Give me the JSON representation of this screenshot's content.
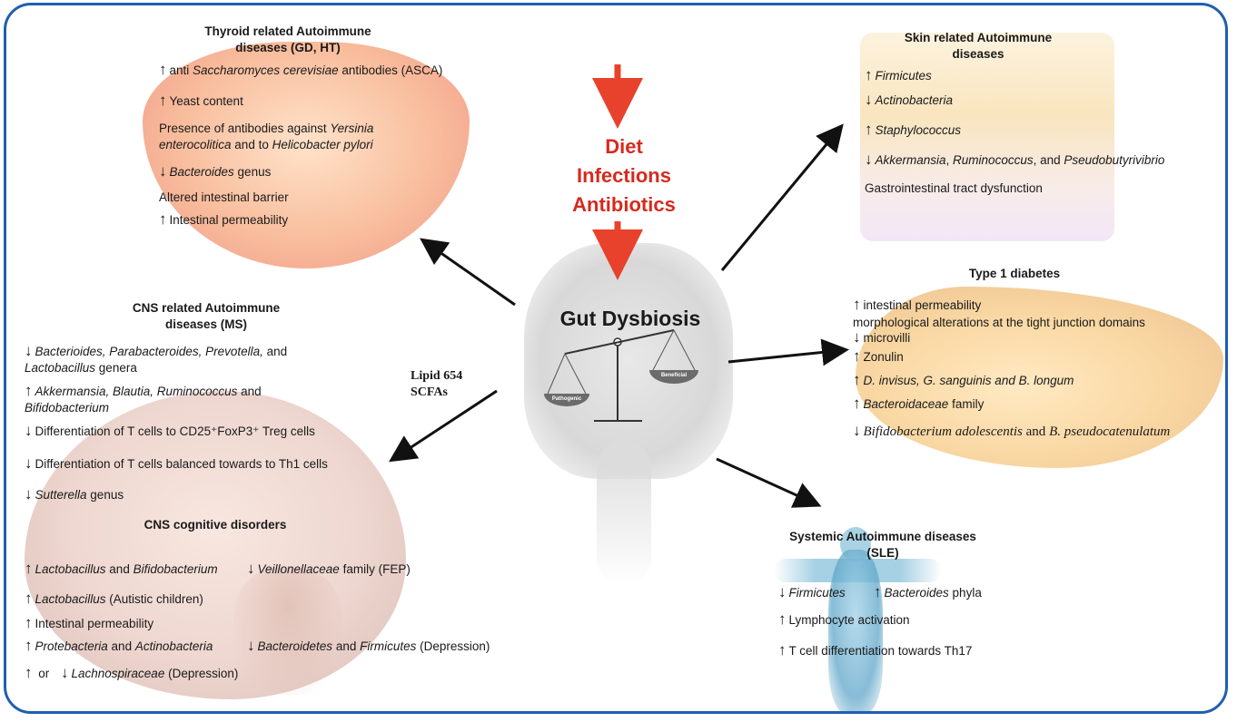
{
  "center": {
    "causes": [
      "Diet",
      "Infections",
      "Antibiotics"
    ],
    "title": "Gut Dysbiosis",
    "scale_left": "Pathogenic",
    "scale_right": "Beneficial",
    "metabolites": [
      "Lipid 654",
      "SCFAs"
    ]
  },
  "thyroid": {
    "title": [
      "Thyroid related Autoimmune",
      "diseases (GD, HT)"
    ],
    "lines": [
      {
        "arrow": "↑",
        "parts": [
          "anti ",
          "Saccharomyces cerevisiae",
          " antibodies (ASCA)"
        ]
      },
      {
        "arrow": "↑",
        "parts": [
          "Yeast content"
        ]
      },
      {
        "arrow": "",
        "parts": [
          "Presence of antibodies against ",
          "Yersinia"
        ]
      },
      {
        "arrow": "",
        "parts": [
          "enterocolitica",
          " and to ",
          "Helicobacter pylori"
        ]
      },
      {
        "arrow": "↓",
        "parts": [
          "Bacteroides",
          " genus"
        ]
      },
      {
        "arrow": "",
        "parts": [
          "Altered  intestinal barrier"
        ]
      },
      {
        "arrow": "↑",
        "parts": [
          "Intestinal permeability"
        ]
      }
    ]
  },
  "cns": {
    "title": [
      "CNS related Autoimmune",
      "diseases (MS)"
    ],
    "lines": [
      {
        "arrow": "↓",
        "parts": [
          "Bacterioides, Parabacteroides, Prevotella,",
          " and"
        ]
      },
      {
        "arrow": "",
        "parts": [
          "Lactobacillus",
          " genera"
        ]
      },
      {
        "arrow": "↑",
        "parts": [
          "Akkermansia, Blautia, Ruminococcus",
          " and"
        ]
      },
      {
        "arrow": "",
        "parts": [
          "Bifidobacterium"
        ]
      },
      {
        "arrow": "↓",
        "parts": [
          "Differentiation of T cells to CD25⁺FoxP3⁺ Treg cells"
        ]
      },
      {
        "arrow": "↓",
        "parts": [
          "Differentiation of T cells balanced towards to Th1 cells"
        ]
      },
      {
        "arrow": "↓",
        "parts": [
          "Sutterella",
          " genus"
        ]
      }
    ],
    "cognitive_title": "CNS cognitive disorders",
    "cognitive_lines": [
      {
        "arrow": "↑",
        "parts": [
          "Lactobacillus",
          " and ",
          "Bifidobacterium"
        ],
        "arrow2": "↓",
        "parts2": [
          "Veillonellaceae",
          " family (FEP)"
        ]
      },
      {
        "arrow": "↑",
        "parts": [
          "Lactobacillus",
          " (Autistic children)"
        ]
      },
      {
        "arrow": "↑",
        "parts": [
          "Intestinal permeability"
        ]
      },
      {
        "arrow": "↑",
        "parts": [
          "Protebacteria",
          " and ",
          "Actinobacteria"
        ],
        "arrow2": "↓",
        "parts2": [
          "Bacteroidetes",
          " and ",
          "Firmicutes",
          " (Depression)"
        ]
      },
      {
        "arrow": "↑",
        "parts": [
          " or "
        ],
        "arrow2": "↓",
        "parts2": [
          "Lachnospiraceae",
          " (Depression)"
        ]
      }
    ]
  },
  "skin": {
    "title": [
      "Skin related Autoimmune",
      "diseases"
    ],
    "lines": [
      {
        "arrow": "↑",
        "parts": [
          "Firmicutes"
        ]
      },
      {
        "arrow": "↓",
        "parts": [
          "Actinobacteria"
        ]
      },
      {
        "arrow": "↑",
        "parts": [
          "Staphylococcus"
        ]
      },
      {
        "arrow": "↓",
        "parts": [
          "Akkermansia",
          ", ",
          "Ruminococcus",
          ", and ",
          "Pseudobutyrivibrio"
        ]
      },
      {
        "arrow": "",
        "parts": [
          "Gastrointestinal tract dysfunction"
        ]
      }
    ]
  },
  "t1d": {
    "title": "Type 1 diabetes",
    "lines": [
      {
        "arrow": "↑",
        "parts": [
          "intestinal permeability"
        ]
      },
      {
        "arrow": "",
        "parts": [
          "morphological alterations at the tight junction domains"
        ]
      },
      {
        "arrow": "↓",
        "parts": [
          "microvilli"
        ]
      },
      {
        "arrow": "↑",
        "parts": [
          "Zonulin"
        ]
      },
      {
        "arrow": "↑",
        "parts": [
          "D. invisus, G. sanguinis and B. longum"
        ]
      },
      {
        "arrow": "↑",
        "parts": [
          "Bacteroidaceae",
          " family"
        ]
      },
      {
        "arrow": "↓",
        "parts": [
          "Bifidobacterium adolescentis",
          " and ",
          "B. pseudocatenulatum"
        ]
      }
    ]
  },
  "sle": {
    "title": [
      "Systemic Autoimmune diseases",
      "(SLE)"
    ],
    "lines": [
      {
        "arrow": "↓",
        "parts": [
          "Firmicutes"
        ],
        "arrow2": "↑",
        "parts2": [
          "Bacteroides",
          " phyla"
        ]
      },
      {
        "arrow": "↑",
        "parts": [
          "Lymphocyte activation"
        ]
      },
      {
        "arrow": "↑",
        "parts": [
          "T cell differentiation towards Th17"
        ]
      }
    ]
  },
  "colors": {
    "frame": "#1f5fae",
    "cause_red": "#d62a1e",
    "arrow_red": "#e8412c",
    "text": "#1a1a1a"
  }
}
